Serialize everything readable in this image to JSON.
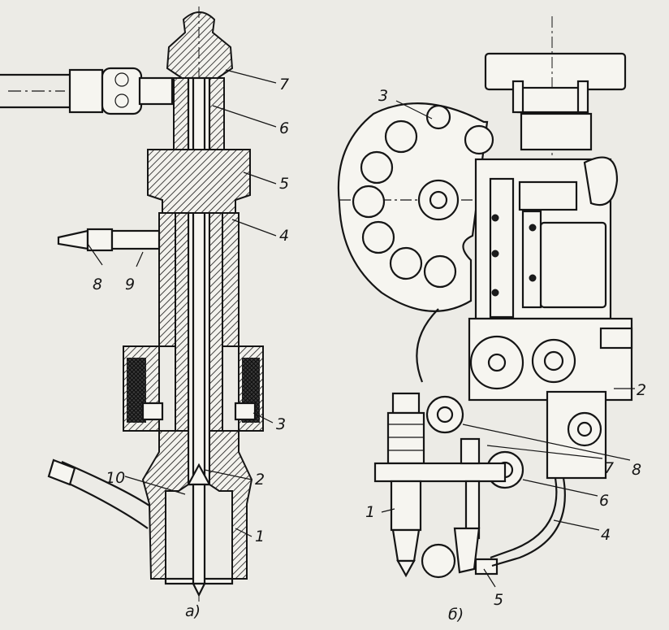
{
  "figure": {
    "panels": [
      {
        "id": "a",
        "caption": "а)",
        "part_labels": [
          "7",
          "6",
          "5",
          "4",
          "9",
          "8",
          "3",
          "2",
          "10",
          "1"
        ]
      },
      {
        "id": "b",
        "caption": "б)",
        "part_labels": [
          "3",
          "2",
          "8",
          "7",
          "6",
          "4",
          "1",
          "5"
        ]
      }
    ]
  }
}
